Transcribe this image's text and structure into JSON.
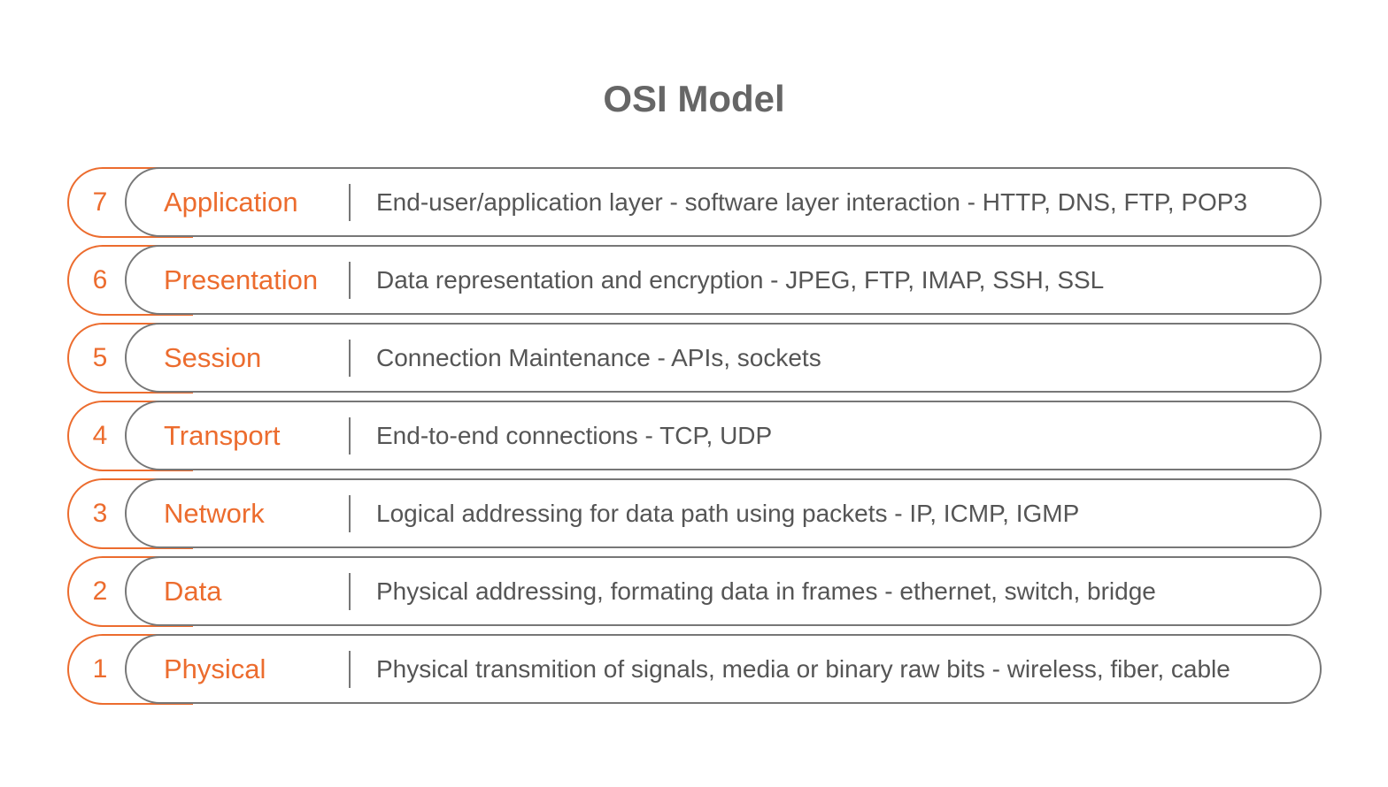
{
  "title": "OSI Model",
  "colors": {
    "accent": "#ec6c2e",
    "outline": "#777777",
    "title": "#666666",
    "text": "#555555"
  },
  "layers": [
    {
      "number": "7",
      "name": "Application",
      "description": "End-user/application layer - software layer interaction - HTTP, DNS, FTP, POP3"
    },
    {
      "number": "6",
      "name": "Presentation",
      "description": "Data representation and encryption - JPEG, FTP, IMAP, SSH, SSL"
    },
    {
      "number": "5",
      "name": "Session",
      "description": "Connection Maintenance - APIs, sockets"
    },
    {
      "number": "4",
      "name": "Transport",
      "description": "End-to-end connections - TCP, UDP"
    },
    {
      "number": "3",
      "name": "Network",
      "description": "Logical addressing for data path using packets - IP, ICMP, IGMP"
    },
    {
      "number": "2",
      "name": "Data",
      "description": "Physical addressing, formating data in frames - ethernet, switch, bridge"
    },
    {
      "number": "1",
      "name": "Physical",
      "description": "Physical transmition of signals, media or binary raw bits - wireless, fiber, cable"
    }
  ]
}
